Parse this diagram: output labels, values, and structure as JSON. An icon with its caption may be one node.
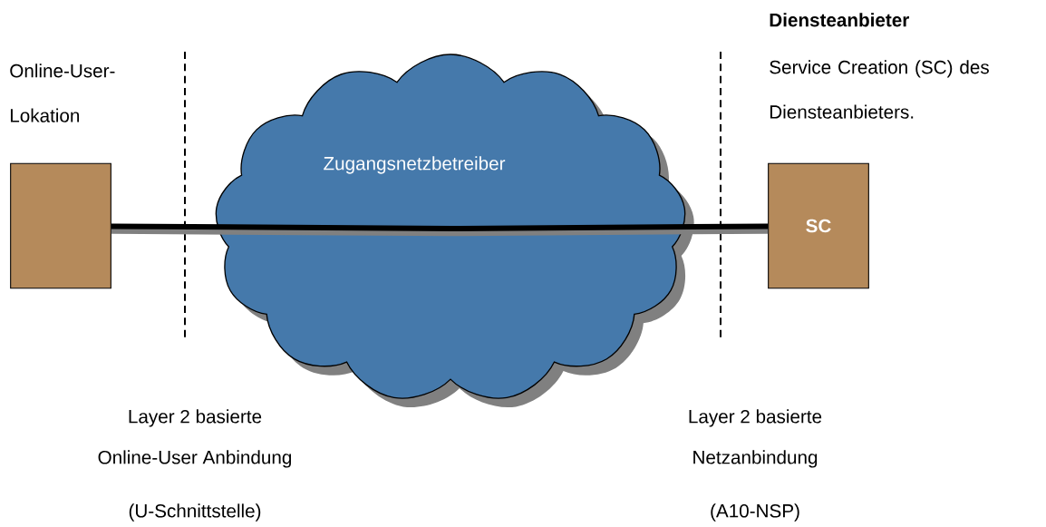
{
  "diagram": {
    "nodes": [
      {
        "text": [],
        "shape": "box",
        "beside": [
          "Online-User-Lokation"
        ]
      },
      {
        "text": [
          "Zugangsnetzbetreiber"
        ]
      },
      {
        "text": [
          "SC"
        ],
        "beside": [
          "Diensteanbieter",
          "Service Creation (SC) des Diensteanbieters."
        ]
      }
    ],
    "edges": [
      {
        "from": 0,
        "to": 1,
        "arrow": "none"
      },
      {
        "from": 1,
        "to": 2,
        "arrow": "none"
      }
    ],
    "labels": [
      "Layer 2 basierte",
      "Online-User Anbindung",
      "(U-Schnittstelle)",
      "Layer 2 basierte",
      "Netzanbindung",
      "(A10-NSP)"
    ]
  }
}
